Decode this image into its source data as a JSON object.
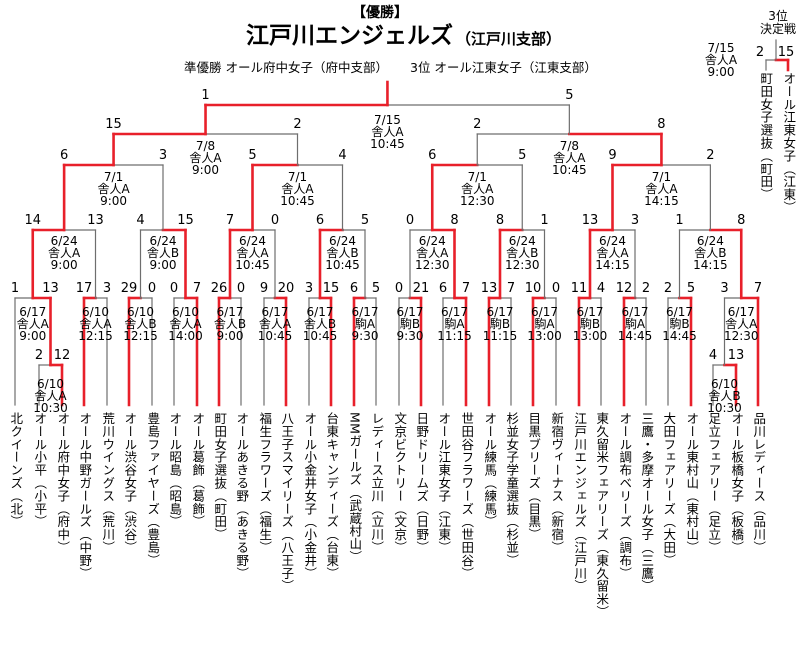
{
  "header": {
    "champion_tag": "【優勝】",
    "champion_name": "江戸川エンジェルズ",
    "champion_branch": "（江戸川支部）",
    "runner_up": "準優勝 オール府中女子（府中支部）",
    "third_place": "3位 オール江東女子（江東支部）"
  },
  "teams": [
    "北クイーンズ（北）",
    "オール小平（小平）",
    "オール府中女子（府中）",
    "オール中野ガールズ（中野）",
    "荒川ウイングス（荒川）",
    "オール渋谷女子（渋谷）",
    "豊島ファイヤーズ（豊島）",
    "オール昭島（昭島）",
    "オール葛飾（葛飾）",
    "町田女子選抜（町田）",
    "オールあきる野（あきる野）",
    "福生フラワーズ（福生）",
    "八王子スマイリーズ（八王子）",
    "オール小金井女子（小金井）",
    "台東キャンディーズ（台東）",
    "MMガールズ（武蔵村山）",
    "レディース立川（立川）",
    "文京ビクトリー（文京）",
    "日野ドリームズ（日野）",
    "オール江東女子（江東）",
    "世田谷フラワーズ（世田谷）",
    "オール練馬（練馬）",
    "杉並女子学童選抜（杉並）",
    "目黒ブリーズ（目黒）",
    "新宿ヴィーナス（新宿）",
    "江戸川エンジェルズ（江戸川）",
    "東久留米フェアリーズ（東久留米）",
    "オール調布ベリーズ（調布）",
    "三鷹・多摩オール女子（三鷹）",
    "大田フェアリーズ（大田）",
    "オール東村山（東村山）",
    "足立フェアリー（足立）",
    "オール板橋女子（板橋）",
    "品川レディース（品川）"
  ],
  "matches": [
    {
      "label": "6/10\n舎人A\n10:30",
      "score_left": "2",
      "score_right": "12"
    },
    {
      "label": "6/10\n舎人B\n10:30",
      "score_left": "4",
      "score_right": "13"
    },
    {
      "label": "6/17\n舎人A\n9:00",
      "score_left": "1",
      "score_right": "13"
    },
    {
      "label": "6/10\n舎人A\n12:15",
      "score_left": "17",
      "score_right": "3"
    },
    {
      "label": "6/10\n舎人B\n12:15",
      "score_left": "29",
      "score_right": "0"
    },
    {
      "label": "6/10\n舎人A\n14:00",
      "score_left": "0",
      "score_right": "7"
    },
    {
      "label": "6/17\n舎人B\n9:00",
      "score_left": "26",
      "score_right": "0"
    },
    {
      "label": "6/17\n舎人A\n10:45",
      "score_left": "9",
      "score_right": "20"
    },
    {
      "label": "6/17\n舎人B\n10:45",
      "score_left": "3",
      "score_right": "15"
    },
    {
      "label": "6/17\n駒A\n9:30",
      "score_left": "6",
      "score_right": "5"
    },
    {
      "label": "6/17\n駒B\n9:30",
      "score_left": "0",
      "score_right": "21"
    },
    {
      "label": "6/17\n駒A\n11:15",
      "score_left": "6",
      "score_right": "7"
    },
    {
      "label": "6/17\n駒B\n11:15",
      "score_left": "13",
      "score_right": "7"
    },
    {
      "label": "6/17\n駒A\n13:00",
      "score_left": "10",
      "score_right": "0"
    },
    {
      "label": "6/17\n駒B\n13:00",
      "score_left": "11",
      "score_right": "4"
    },
    {
      "label": "6/17\n駒A\n14:45",
      "score_left": "12",
      "score_right": "2"
    },
    {
      "label": "6/17\n駒B\n14:45",
      "score_left": "2",
      "score_right": "5"
    },
    {
      "label": "6/17\n舎人A\n12:30",
      "score_left": "3",
      "score_right": "7"
    },
    {
      "label": "6/24\n舎人A\n9:00",
      "score_left": "14",
      "score_right": "13"
    },
    {
      "label": "6/24\n舎人B\n9:00",
      "score_left": "4",
      "score_right": "15"
    },
    {
      "label": "6/24\n舎人A\n10:45",
      "score_left": "7",
      "score_right": "0"
    },
    {
      "label": "6/24\n舎人B\n10:45",
      "score_left": "6",
      "score_right": "5"
    },
    {
      "label": "6/24\n舎人A\n12:30",
      "score_left": "0",
      "score_right": "8"
    },
    {
      "label": "6/24\n舎人B\n12:30",
      "score_left": "8",
      "score_right": "1"
    },
    {
      "label": "6/24\n舎人A\n14:15",
      "score_left": "13",
      "score_right": "3"
    },
    {
      "label": "6/24\n舎人B\n14:15",
      "score_left": "1",
      "score_right": "8"
    },
    {
      "label": "7/1\n舎人A\n9:00",
      "score_left": "6",
      "score_right": "3"
    },
    {
      "label": "7/1\n舎人A\n10:45",
      "score_left": "5",
      "score_right": "4"
    },
    {
      "label": "7/1\n舎人A\n12:30",
      "score_left": "6",
      "score_right": "5"
    },
    {
      "label": "7/1\n舎人A\n14:15",
      "score_left": "9",
      "score_right": "2"
    },
    {
      "label": "7/8\n舎人A\n9:00",
      "score_left": "15",
      "score_right": "2"
    },
    {
      "label": "7/8\n舎人A\n10:45",
      "score_left": "2",
      "score_right": "8"
    },
    {
      "label": "7/15\n舎人A\n10:45",
      "score_left": "1",
      "score_right": "5"
    }
  ],
  "third_place_match": {
    "title": "3位\n決定戦",
    "label": "7/15\n舎人A\n9:00",
    "score_left": "2",
    "score_right": "15",
    "team_left": "町田女子選抜（町田）",
    "team_right": "オール江東女子（江東）"
  },
  "colors": {
    "win": "#e8202a",
    "loss": "#6e6e6e",
    "text": "#000000"
  }
}
